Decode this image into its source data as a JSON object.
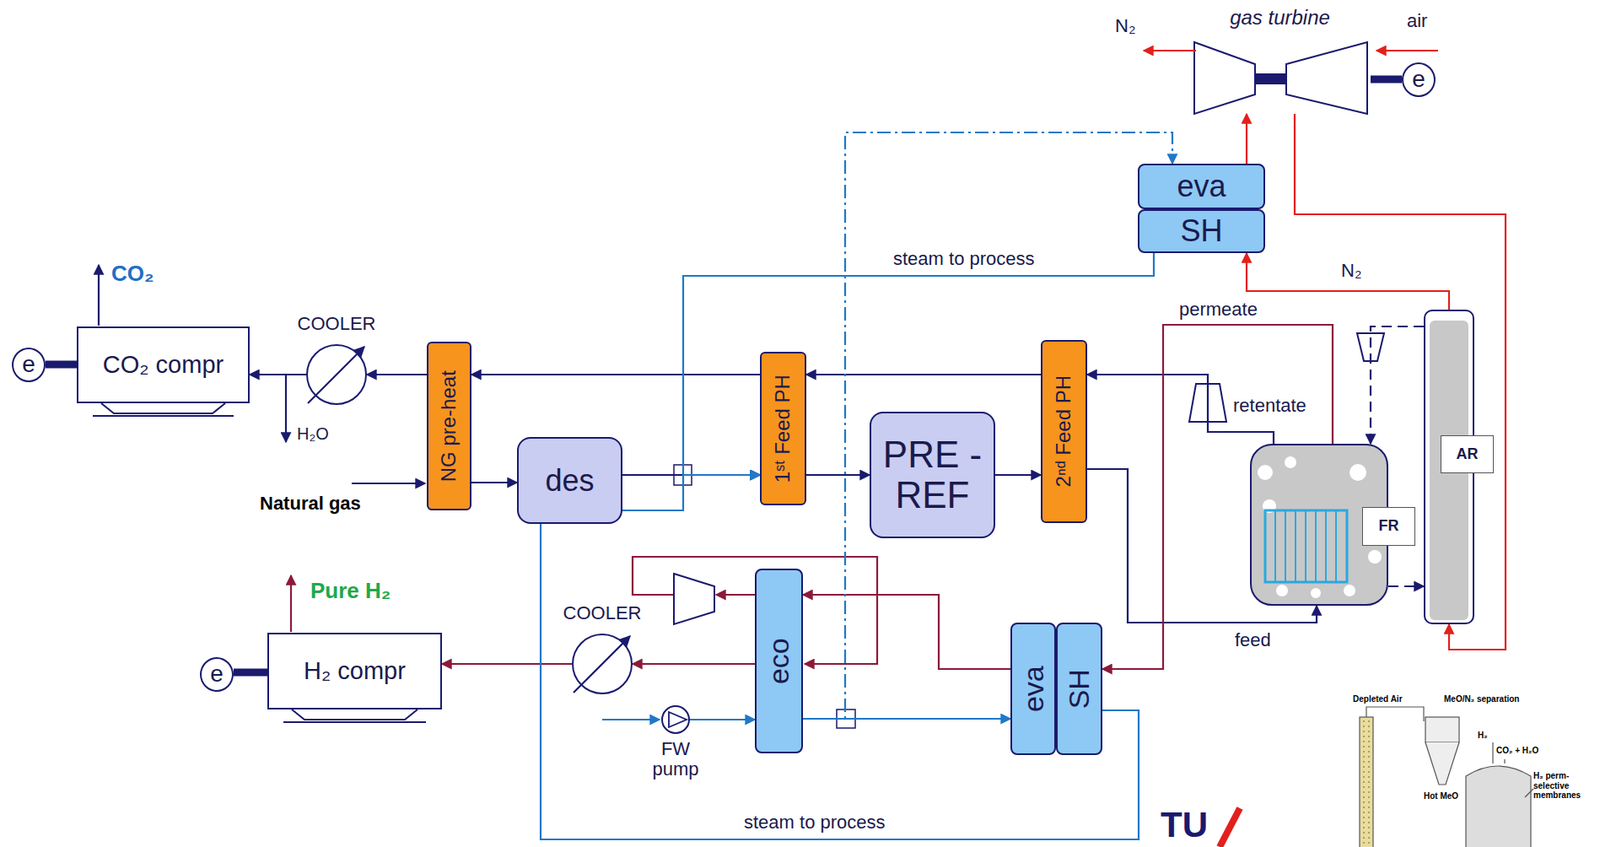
{
  "diagram": {
    "nodes": [
      {
        "text": [
          "gas turbine"
        ]
      },
      {
        "text": [
          "e"
        ]
      },
      {
        "text": [
          "eva"
        ]
      },
      {
        "text": [
          "SH"
        ]
      },
      {
        "text": [
          "CO₂ compr"
        ]
      },
      {
        "text": [
          "e"
        ]
      },
      {
        "text": [
          "COOLER"
        ]
      },
      {
        "text": [
          "NG pre-heat"
        ]
      },
      {
        "text": [
          "des"
        ]
      },
      {
        "text": [
          "1ˢᵗ Feed PH"
        ]
      },
      {
        "text": [
          "PRE -REF"
        ]
      },
      {
        "text": [
          "2ⁿᵈ Feed PH"
        ]
      },
      {
        "text": [
          "FR"
        ]
      },
      {
        "text": [
          "AR"
        ]
      },
      {
        "text": [
          "H₂ compr"
        ]
      },
      {
        "text": [
          "e"
        ]
      },
      {
        "text": [
          "COOLER"
        ]
      },
      {
        "text": [
          "eco"
        ]
      },
      {
        "text": [
          "FW pump"
        ]
      },
      {
        "text": [
          "eva"
        ]
      },
      {
        "text": [
          "SH"
        ]
      }
    ],
    "edges": [
      {
        "from": 7,
        "to": 8,
        "arrow": "to"
      },
      {
        "from": 8,
        "to": 9,
        "arrow": "to"
      },
      {
        "from": 9,
        "to": 10,
        "arrow": "to"
      },
      {
        "from": 10,
        "to": 11,
        "arrow": "to"
      },
      {
        "from": 11,
        "to": 12,
        "label": "feed",
        "arrow": "to"
      },
      {
        "from": 12,
        "to": 11,
        "label": "retentate",
        "arrow": "to"
      },
      {
        "from": 11,
        "to": 9,
        "arrow": "to"
      },
      {
        "from": 9,
        "to": 7,
        "arrow": "to"
      },
      {
        "from": 7,
        "to": 6,
        "arrow": "to"
      },
      {
        "from": 6,
        "to": 4,
        "arrow": "to"
      },
      {
        "from": 12,
        "to": 13,
        "arrow": "to"
      },
      {
        "from": 13,
        "to": 12,
        "arrow": "to"
      },
      {
        "from": 12,
        "to": 20,
        "label": "permeate",
        "arrow": "to"
      },
      {
        "from": 19,
        "to": 17,
        "arrow": "to"
      },
      {
        "from": 17,
        "to": 16,
        "arrow": "to"
      },
      {
        "from": 16,
        "to": 14,
        "arrow": "to"
      },
      {
        "from": 18,
        "to": 17,
        "arrow": "to"
      },
      {
        "from": 17,
        "to": 19,
        "arrow": "to"
      },
      {
        "from": 17,
        "to": 2,
        "arrow": "to"
      },
      {
        "from": 20,
        "to": 9,
        "label": "steam to process",
        "arrow": "to"
      },
      {
        "from": 3,
        "to": 9,
        "label": "steam to process",
        "arrow": "to"
      },
      {
        "from": 2,
        "to": 0,
        "arrow": "to"
      },
      {
        "from": 0,
        "to": 13,
        "arrow": "to"
      },
      {
        "from": 13,
        "to": 3,
        "arrow": "to"
      },
      {
        "from": 4,
        "to": 5,
        "arrow": "none"
      },
      {
        "from": 0,
        "to": 1,
        "arrow": "none"
      },
      {
        "from": 14,
        "to": 15,
        "arrow": "none"
      }
    ],
    "labels": [
      "N₂",
      "air",
      "N₂",
      "CO₂",
      "H₂O",
      "Natural gas",
      "Pure H₂",
      "TU",
      "Depleted Air",
      "MeO/N₂ separation",
      "H₂",
      "CO₂ + H₂O",
      "Hot MeO",
      "H₂ perm-selective membranes"
    ]
  }
}
